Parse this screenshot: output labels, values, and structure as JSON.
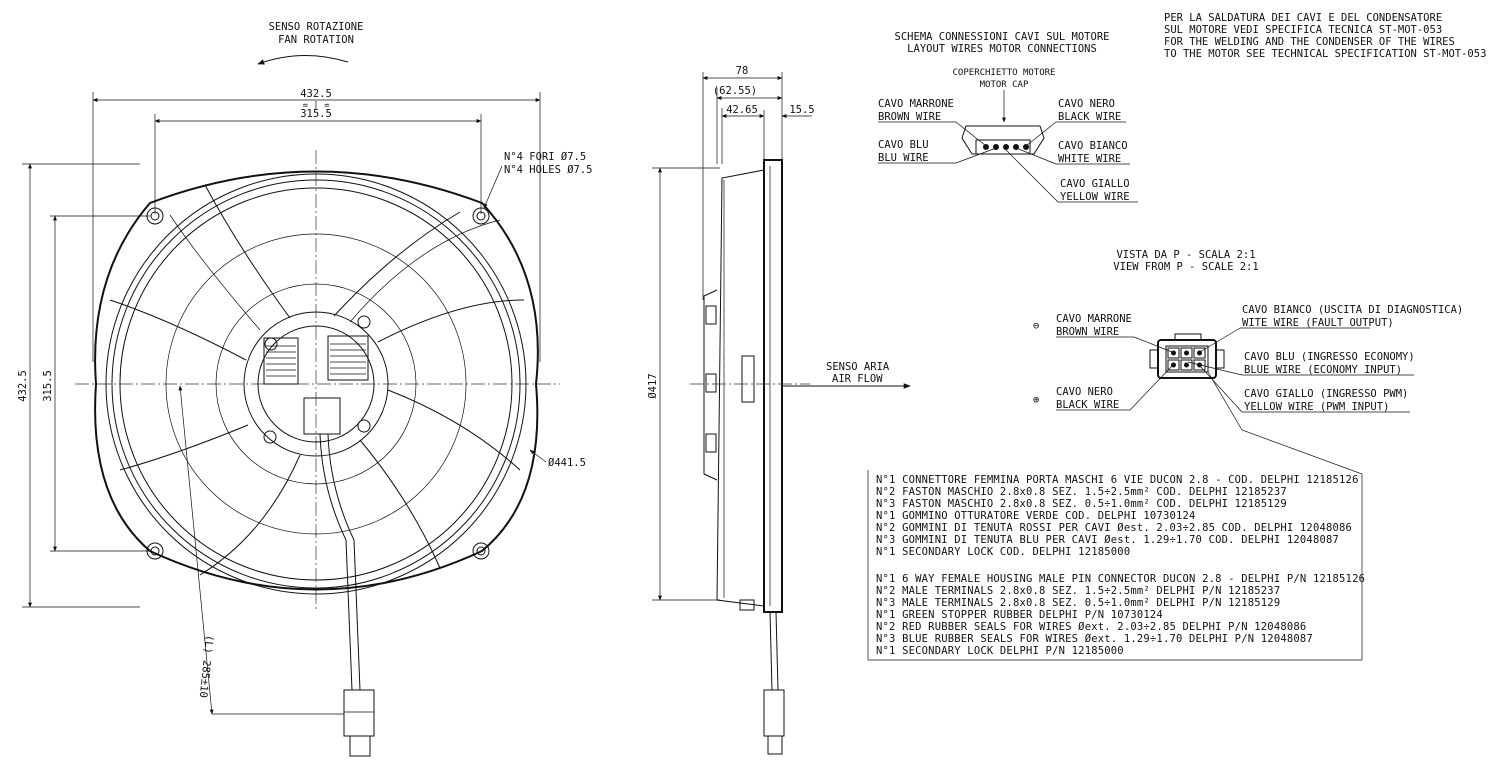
{
  "front_view": {
    "rotation_it": "SENSO ROTAZIONE",
    "rotation_en": "FAN ROTATION",
    "dim_overall_width": "432.5",
    "dim_hole_width": "315.5",
    "dim_overall_height": "432.5",
    "dim_hole_height": "315.5",
    "holes_it": "N°4 FORI Ø7.5",
    "holes_en": "N°4 HOLES Ø7.5",
    "dim_diameter": "Ø441.5",
    "dim_cable_length": "(L) 285±10",
    "eq_symbol": "= | ="
  },
  "side_view": {
    "dim_depth": "78",
    "dim_depth_ref": "(62.55)",
    "dim_body": "42.65",
    "dim_frame": "15.5",
    "dim_diameter": "Ø417",
    "airflow_it": "SENSO ARIA",
    "airflow_en": "AIR FLOW"
  },
  "wiring": {
    "title_it": "SCHEMA CONNESSIONI CAVI SUL MOTORE",
    "title_en": "LAYOUT WIRES MOTOR CONNECTIONS",
    "cap_it": "COPERCHIETTO MOTORE",
    "cap_en": "MOTOR CAP",
    "brown_it": "CAVO MARRONE",
    "brown_en": "BROWN WIRE",
    "blue_it": "CAVO BLU",
    "blue_en": "BLU WIRE",
    "black_it": "CAVO NERO",
    "black_en": "BLACK WIRE",
    "white_it": "CAVO BIANCO",
    "white_en": "WHITE WIRE",
    "yellow_it": "CAVO GIALLO",
    "yellow_en": "YELLOW WIRE"
  },
  "welding_note": [
    "PER LA SALDATURA DEI CAVI E DEL CONDENSATORE",
    "SUL MOTORE VEDI SPECIFICA TECNICA ST-MOT-053",
    "FOR THE WELDING AND THE CONDENSER OF THE WIRES",
    "TO THE MOTOR SEE TECHNICAL SPECIFICATION ST-MOT-053"
  ],
  "view_p": {
    "title_it": "VISTA DA P - SCALA 2:1",
    "title_en": "VIEW FROM P - SCALE 2:1",
    "minus_sign": "⊖",
    "plus_sign": "⊕",
    "brown_it": "CAVO MARRONE",
    "brown_en": "BROWN WIRE",
    "black_it": "CAVO NERO",
    "black_en": "BLACK WIRE",
    "white_it": "CAVO BIANCO (USCITA DI DIAGNOSTICA)",
    "white_en": "WITE WIRE (FAULT OUTPUT)",
    "blue_it": "CAVO BLU (INGRESSO ECONOMY)",
    "blue_en": "BLUE WIRE (ECONOMY INPUT)",
    "yellow_it": "CAVO GIALLO (INGRESSO PWM)",
    "yellow_en": "YELLOW WIRE (PWM INPUT)"
  },
  "parts_list": {
    "italian": [
      "N°1 CONNETTORE FEMMINA PORTA MASCHI 6 VIE DUCON 2.8 - COD. DELPHI 12185126",
      "N°2 FASTON MASCHIO 2.8x0.8 SEZ. 1.5÷2.5mm² COD. DELPHI 12185237",
      "N°3 FASTON MASCHIO 2.8x0.8 SEZ. 0.5÷1.0mm² COD. DELPHI 12185129",
      "N°1 GOMMINO OTTURATORE VERDE COD. DELPHI 10730124",
      "N°2 GOMMINI DI TENUTA ROSSI PER CAVI  Øest. 2.03÷2.85 COD. DELPHI 12048086",
      "N°3 GOMMINI DI TENUTA BLU PER CAVI  Øest. 1.29÷1.70 COD. DELPHI 12048087",
      "N°1 SECONDARY LOCK  COD. DELPHI 12185000"
    ],
    "english": [
      "N°1 6 WAY FEMALE HOUSING MALE PIN CONNECTOR DUCON 2.8 - DELPHI P/N 12185126",
      "N°2 MALE TERMINALS 2.8x0.8 SEZ. 1.5÷2.5mm²  DELPHI P/N 12185237",
      "N°3 MALE TERMINALS 2.8x0.8 SEZ. 0.5÷1.0mm²  DELPHI P/N 12185129",
      "N°1 GREEN STOPPER RUBBER DELPHI P/N 10730124",
      "N°2 RED RUBBER SEALS FOR WIRES  Øext. 2.03÷2.85 DELPHI P/N 12048086",
      "N°3 BLUE RUBBER SEALS FOR WIRES  Øext. 1.29÷1.70 DELPHI P/N 12048087",
      "N°1 SECONDARY LOCK DELPHI P/N 12185000"
    ]
  },
  "colors": {
    "ink": "#111111",
    "paper": "#ffffff"
  }
}
